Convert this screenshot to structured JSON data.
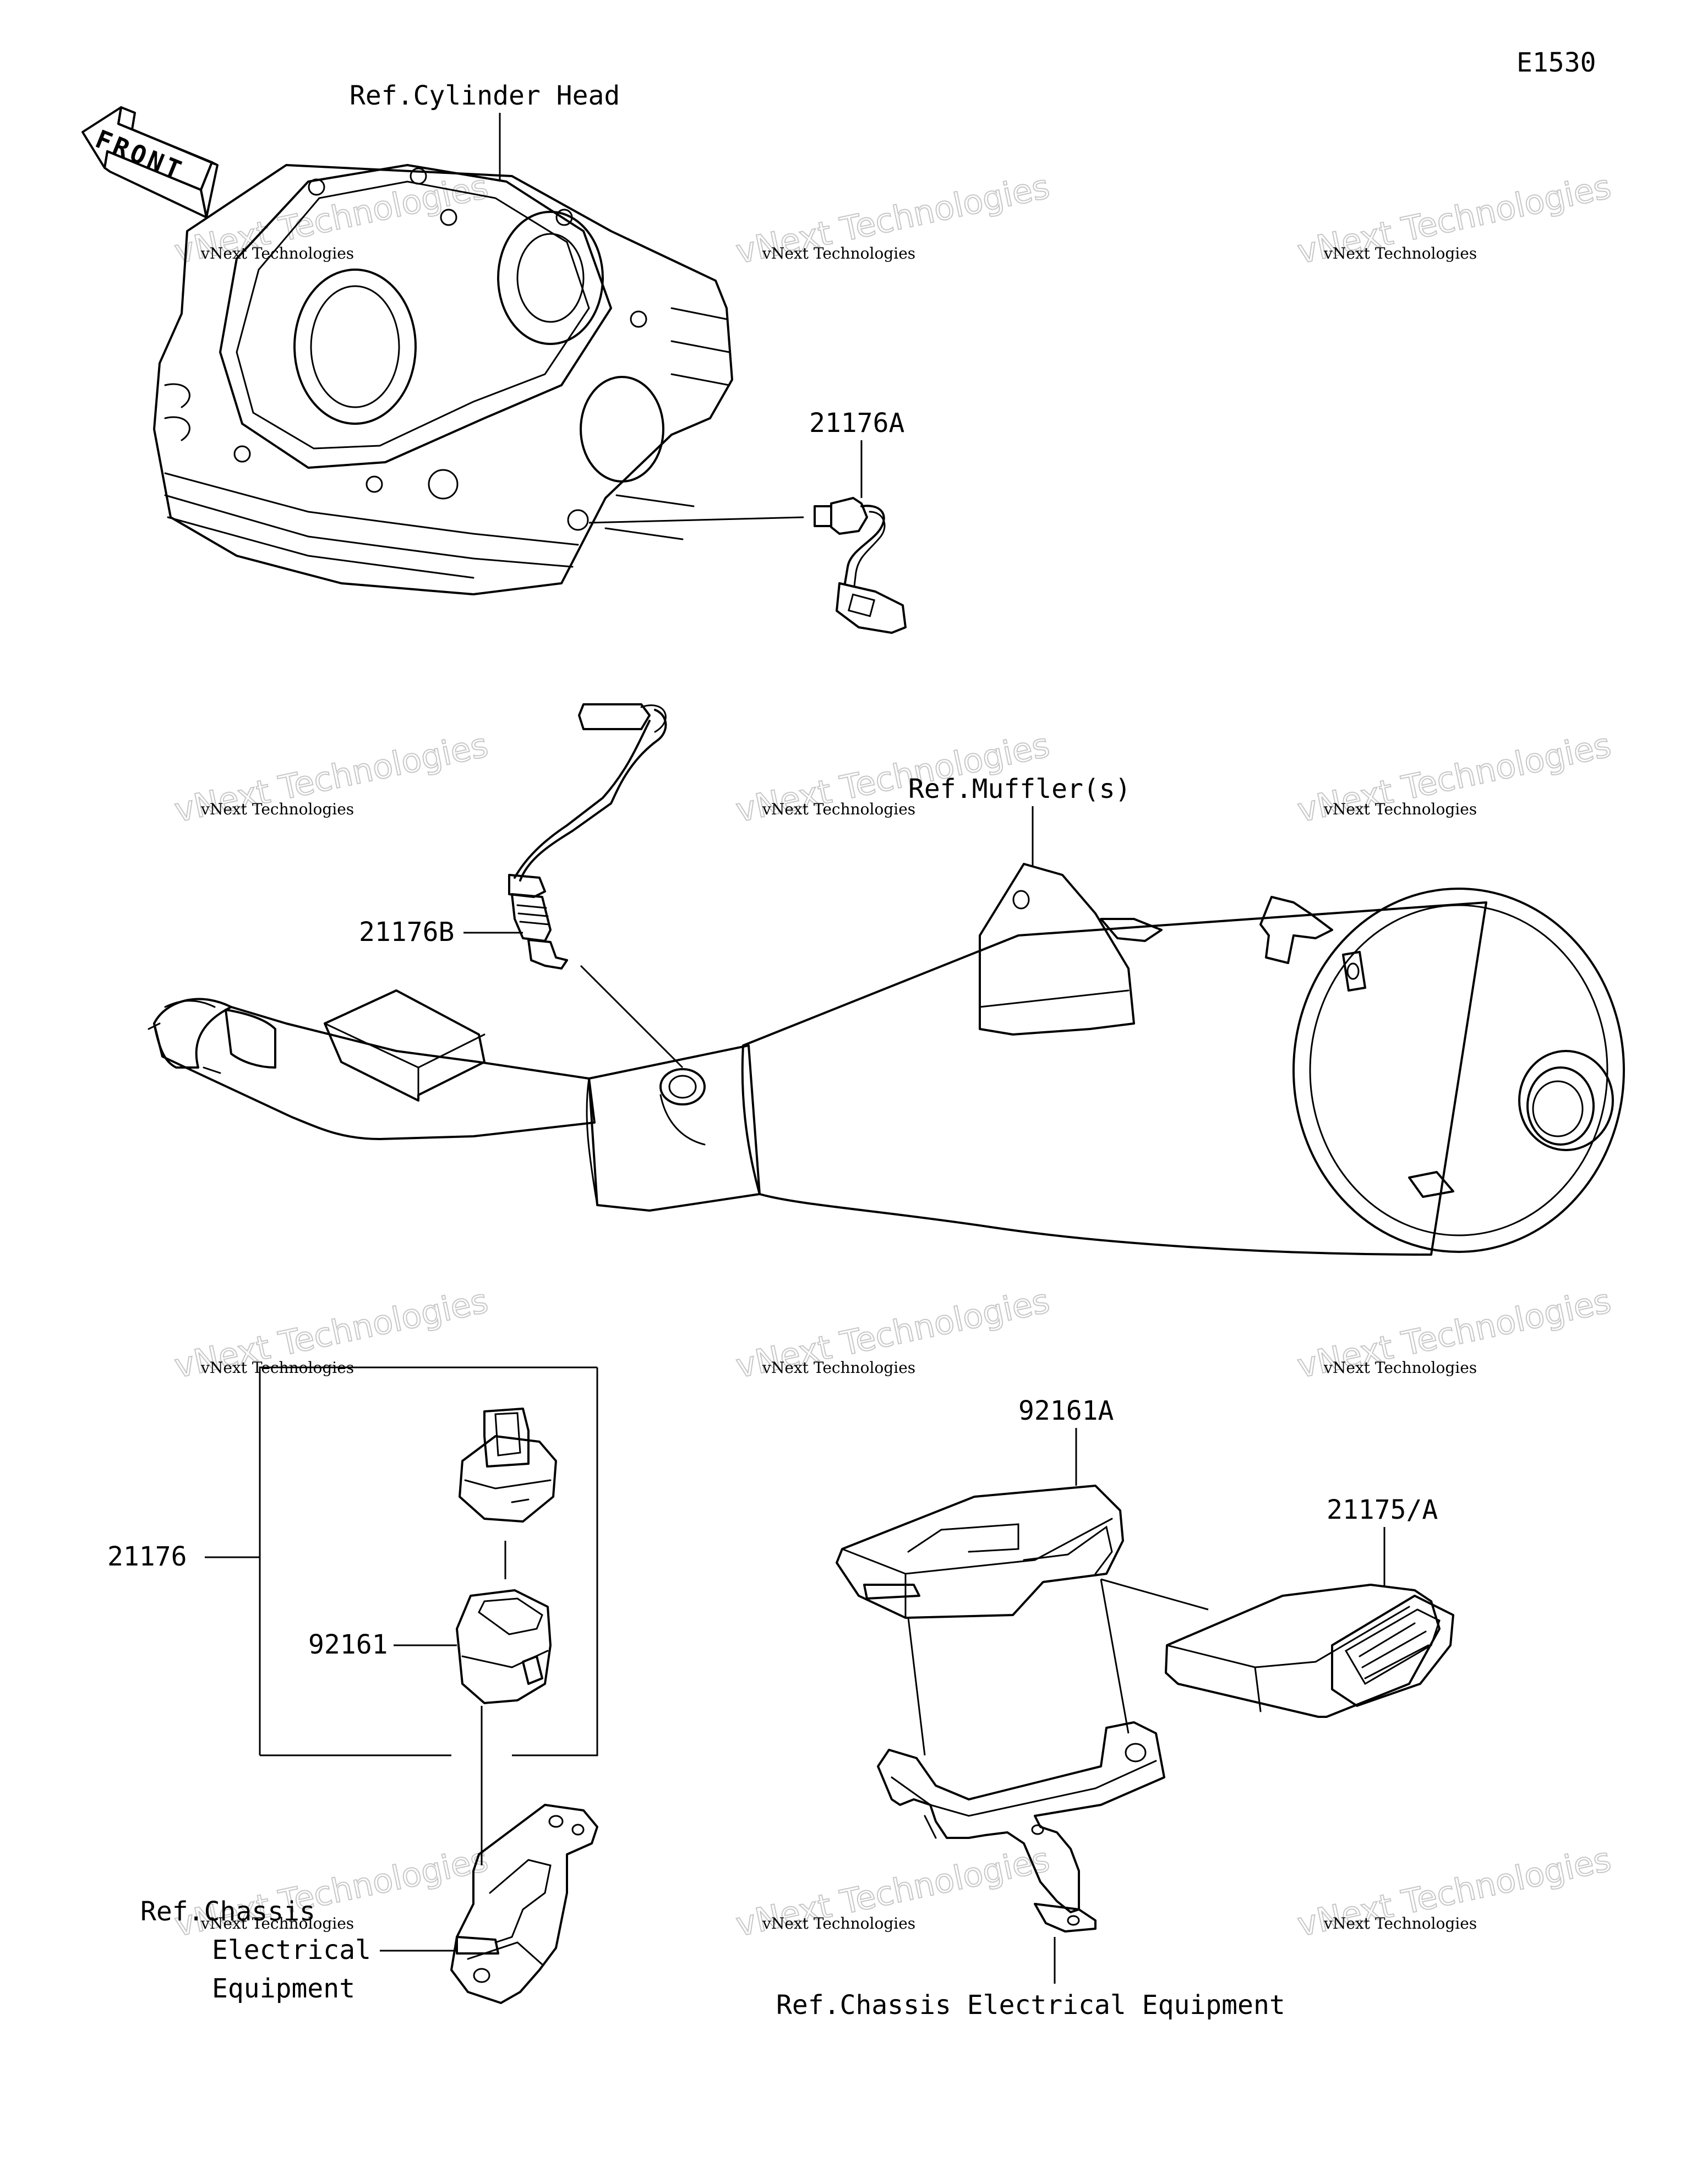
{
  "diagram_id": "E1530",
  "orientation_label": "FRONT",
  "labels": {
    "cylinder_head": "Ref.Cylinder Head",
    "sensor_a": "21176A",
    "sensor_b": "21176B",
    "muffler": "Ref.Muffler(s)",
    "sensor_assy": "21176",
    "connector": "92161",
    "ecu_cover": "92161A",
    "ecu": "21175/A",
    "chassis_left": [
      "Ref.Chassis",
      "Electrical",
      "Equipment"
    ],
    "chassis_right": "Ref.Chassis Electrical Equipment"
  },
  "watermark": {
    "small": "vNext Technologies",
    "big": "vNext Technologies"
  }
}
